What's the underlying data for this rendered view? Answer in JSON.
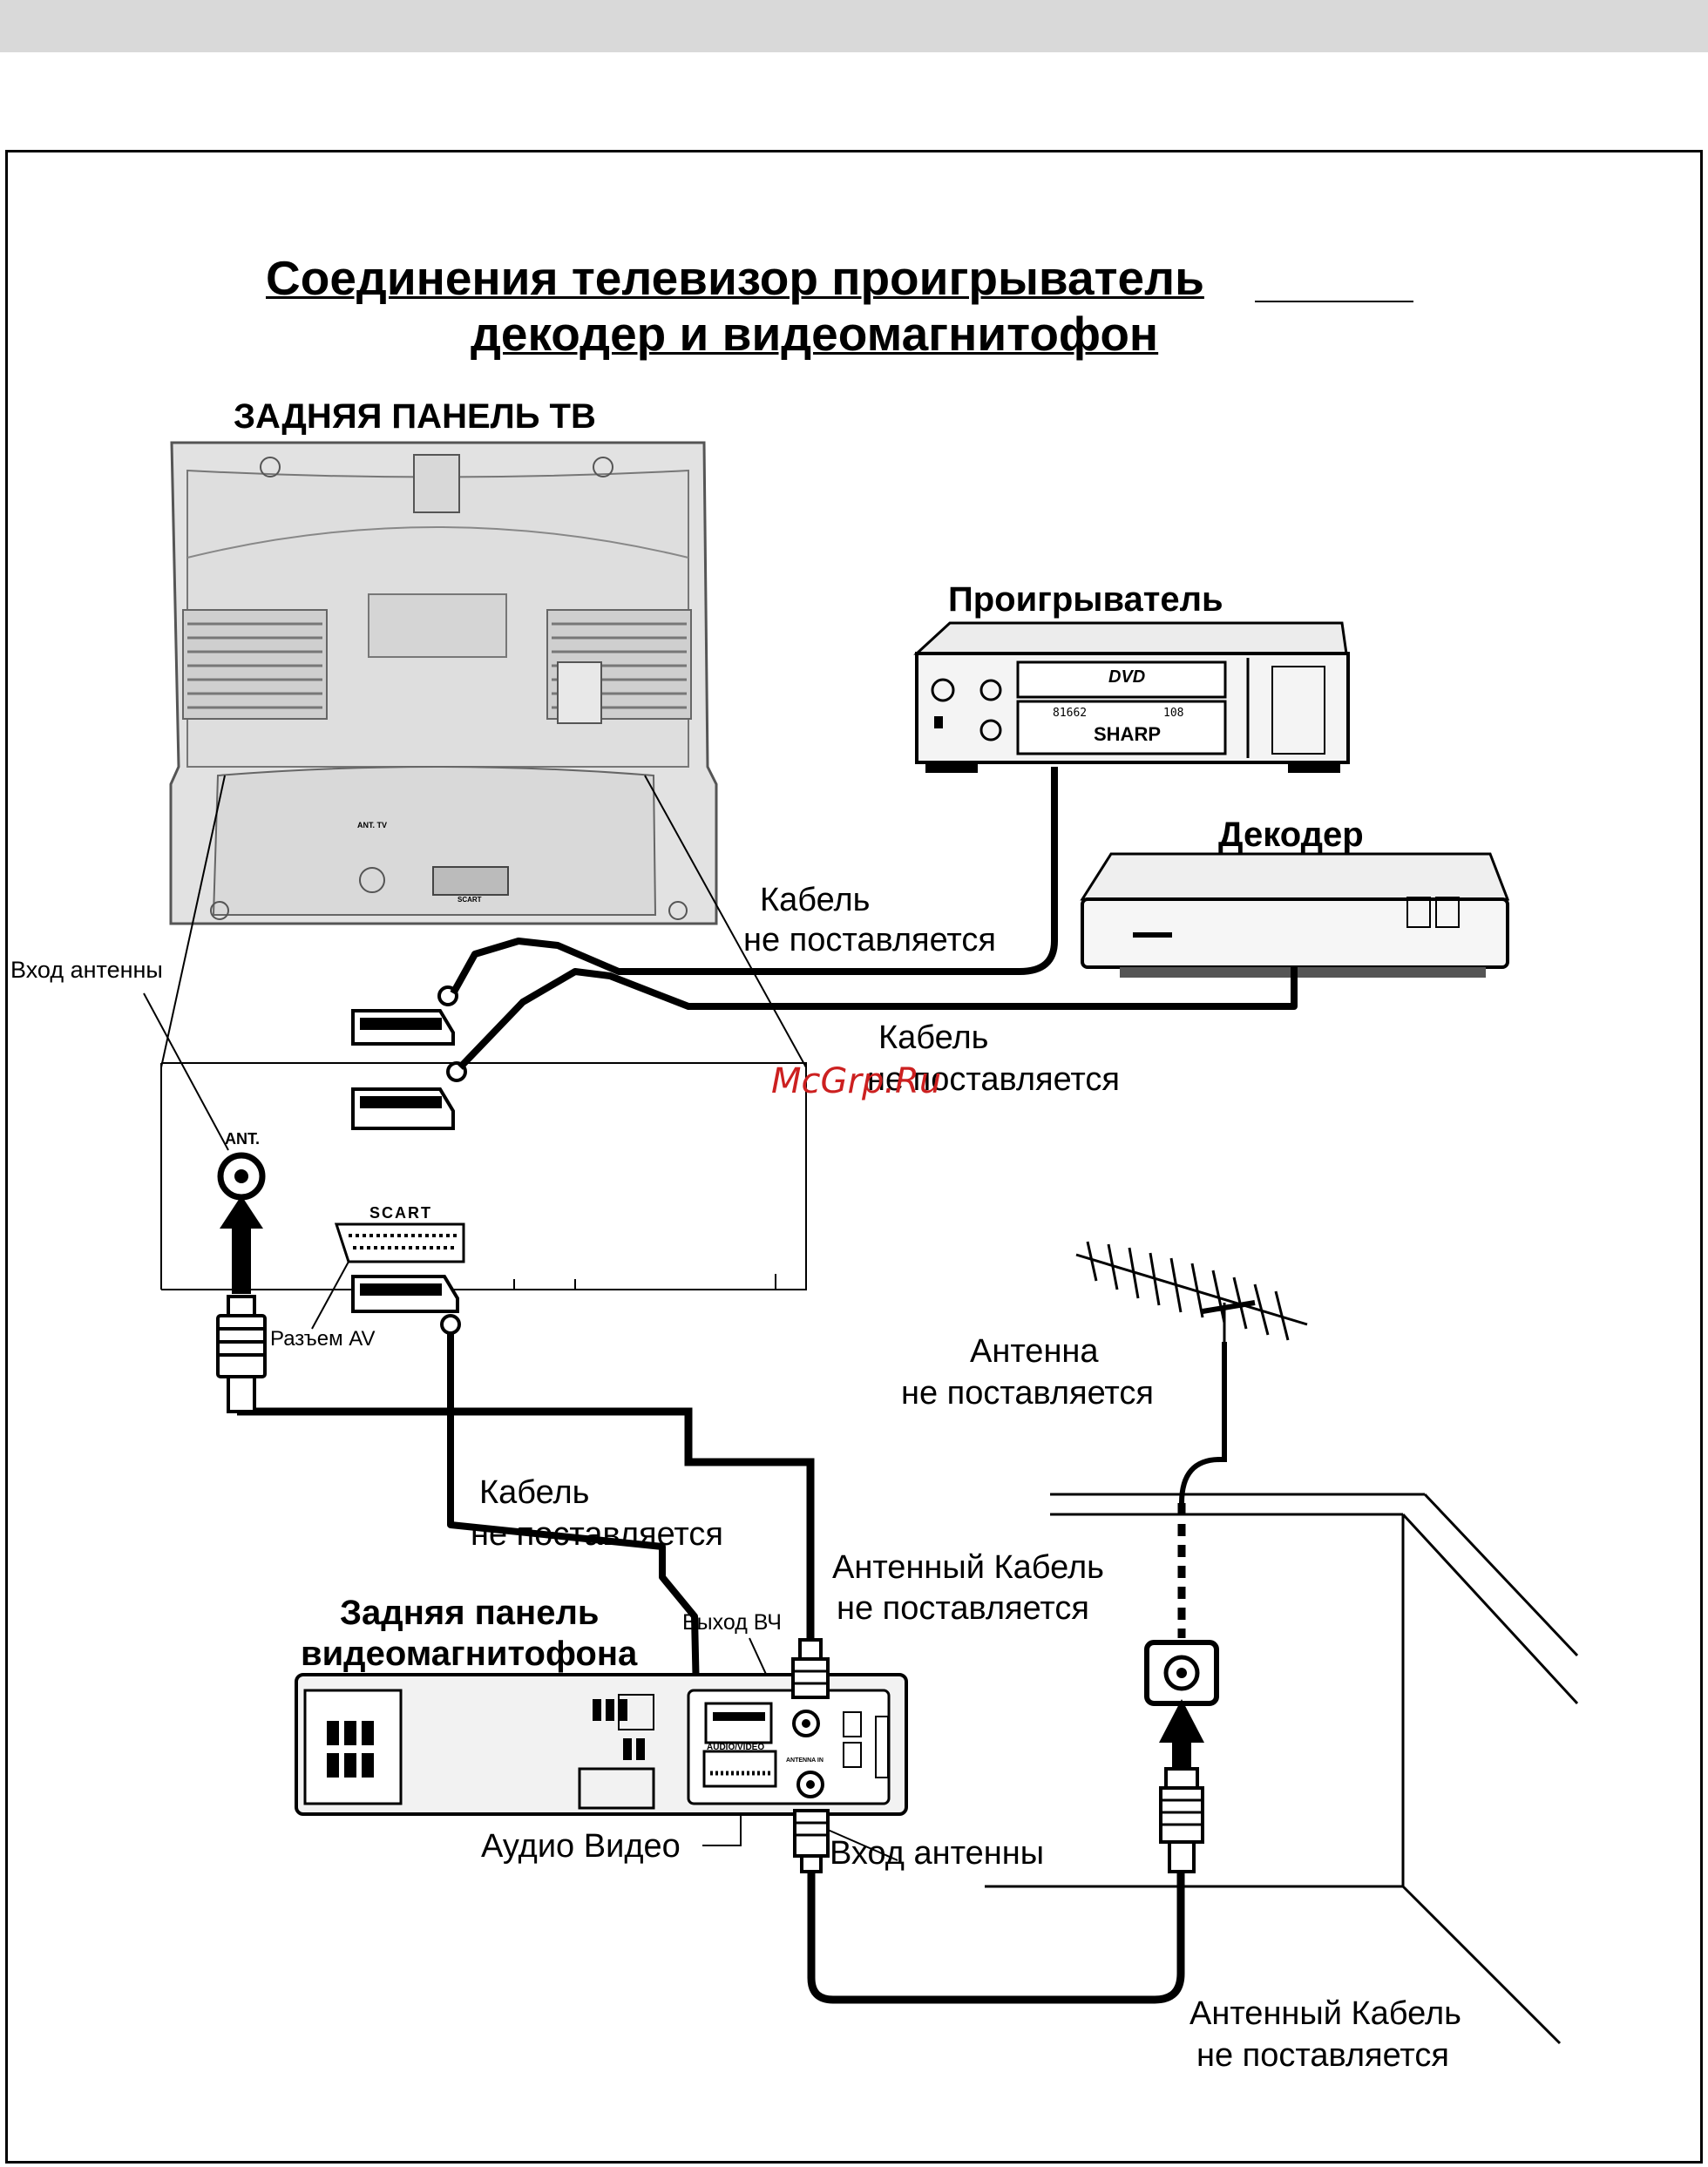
{
  "title": {
    "line1": "Соединения   телевизор  проигрыватель",
    "line2": "декодер и видеомагнитофон"
  },
  "labels": {
    "tv_back_panel": "ЗАДНЯЯ ПАНЕЛЬ ТВ",
    "player": "Проигрыватель",
    "decoder": "Декодер",
    "antenna_input_tv": "Вход  антенны",
    "cable1_line1": "Кабель",
    "cable1_line2": "не поставляется",
    "cable2_line1": "Кабель",
    "cable2_line2": "не поставляется",
    "ant_port": "ANT.",
    "scart_port": "SCART",
    "av_connector": "Разъем AV",
    "antenna_line1": "Антенна",
    "antenna_line2": "не поставляется",
    "cable3_line1": "Кабель",
    "cable3_line2": "не поставляется",
    "ant_cable1_line1": "Антенный Кабель",
    "ant_cable1_line2": "не поставляется",
    "vcr_back_line1": "Задняя панель",
    "vcr_back_line2": "видеомагнитофона",
    "rf_out": "Выход ВЧ",
    "audio_video": "Аудио Видео",
    "antenna_input_vcr": "Вход  антенны",
    "ant_cable2_line1": "Антенный Кабель",
    "ant_cable2_line2": "не поставляется",
    "tv_ant_small": "ANT. TV",
    "tv_scart_small": "SCART",
    "vcr_audiovideo_small": "AUDIO/VIDEO",
    "vcr_antenna_small": "ANTENNA IN",
    "dvd_logo": "DVD",
    "dvd_brand": "SHARP",
    "dvd_display": "81662",
    "dvd_display2": "108"
  },
  "watermark": "McGrp.Ru",
  "colors": {
    "watermark": "#cc2020",
    "topbar": "#d9d9d9",
    "device_fill": "#e6e6e6"
  }
}
